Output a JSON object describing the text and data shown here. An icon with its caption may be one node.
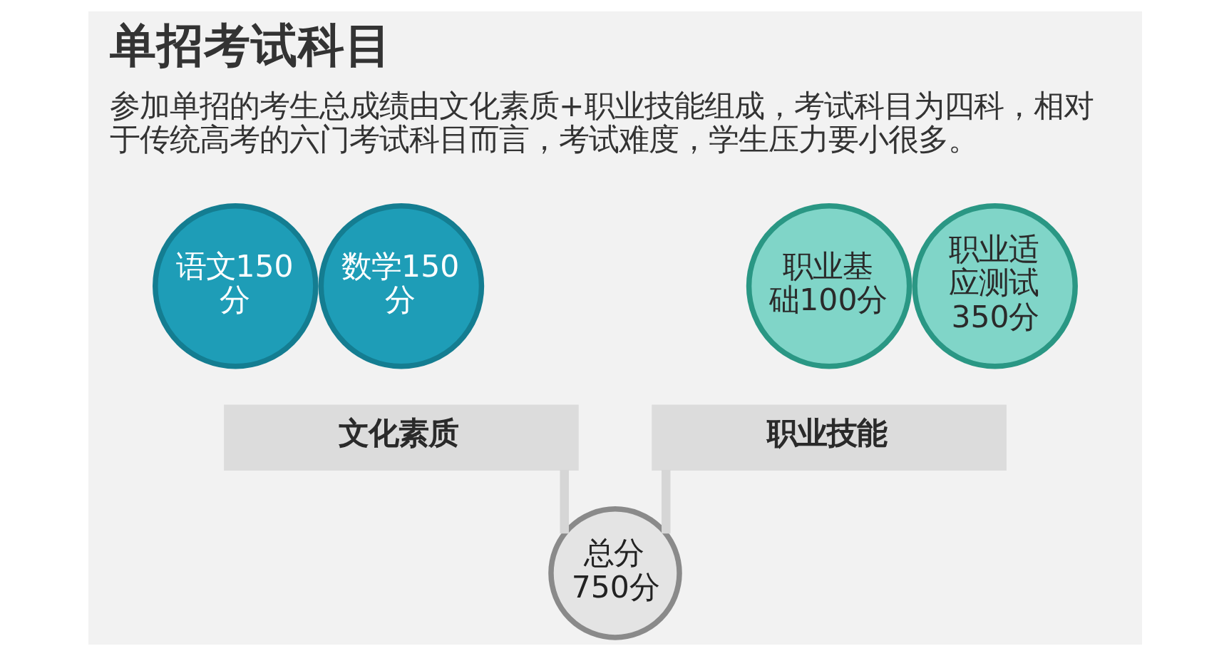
{
  "diagram": {
    "title": "单招考试科目",
    "nodes": [
      {
        "text": [
          "语文150分"
        ]
      },
      {
        "text": [
          "数学150分"
        ]
      },
      {
        "text": [
          "文化素质"
        ]
      },
      {
        "text": [
          "职业基础100分"
        ]
      },
      {
        "text": [
          "职业适应测试350分"
        ]
      },
      {
        "text": [
          "职业技能"
        ]
      },
      {
        "text": [
          "总分750分"
        ]
      }
    ],
    "edges": [
      {
        "from": 2,
        "to": 6,
        "arrow": "none"
      },
      {
        "from": 5,
        "to": 6,
        "arrow": "none"
      }
    ],
    "labels": [
      "参加单招的考生总成绩由文化素质+职业技能组成，考试科目为四科，相对于传统高考的六门考试科目而言，考试难度，学生压力要小很多。"
    ]
  }
}
